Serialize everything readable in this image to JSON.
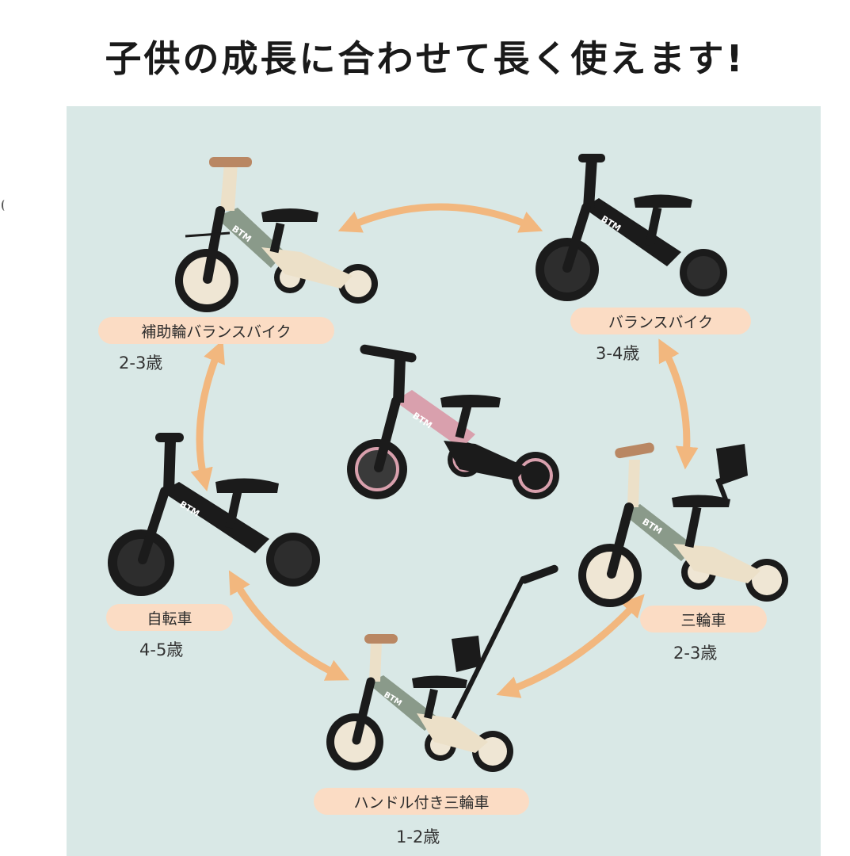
{
  "title": "子供の成長に合わせて長く使えます!",
  "colors": {
    "panel": "#d9e8e6",
    "pill": "#fbdcc4",
    "arrow": "#f2b77e",
    "frame_green": "#8a9a8a",
    "frame_cream": "#ece0c8",
    "frame_pink": "#d9a0ad",
    "black": "#1b1b1b",
    "wood": "#b98763"
  },
  "modes": [
    {
      "id": "training",
      "label": "補助輪バランスバイク",
      "age": "2-3歳",
      "brand": "BTM",
      "color": "green"
    },
    {
      "id": "balance",
      "label": "バランスバイク",
      "age": "3-4歳",
      "brand": "BTM",
      "color": "black"
    },
    {
      "id": "bicycle",
      "label": "自転車",
      "age": "4-5歳",
      "brand": "BTM",
      "color": "black"
    },
    {
      "id": "tricycle",
      "label": "三輪車",
      "age": "2-3歳",
      "brand": "BTM",
      "color": "green"
    },
    {
      "id": "handle",
      "label": "ハンドル付き三輪車",
      "age": "1-2歳",
      "brand": "BTM",
      "color": "green"
    }
  ],
  "center": {
    "brand": "BTM",
    "color": "pink"
  }
}
